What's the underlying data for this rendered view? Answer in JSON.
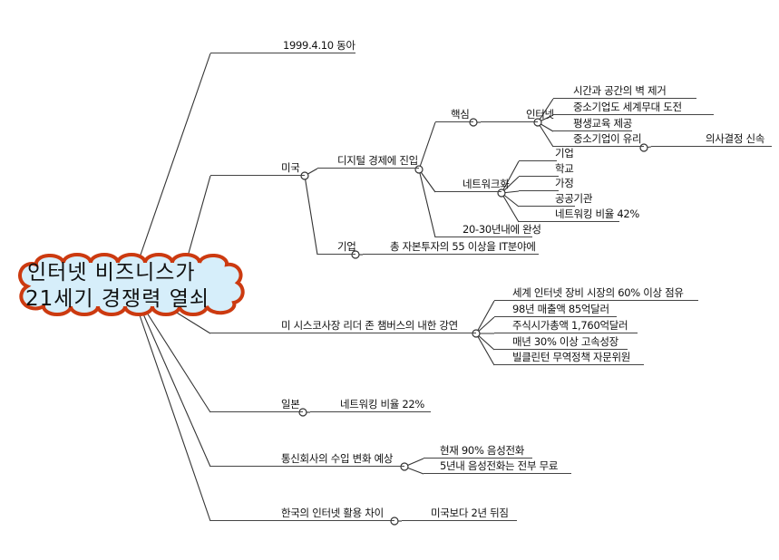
{
  "root": {
    "line1": "인터넷 비즈니스가",
    "line2": "21세기 경쟁력 열쇠",
    "cloud_fill": "#d6eefa",
    "cloud_stroke": "#cc3a10"
  },
  "nodes": {
    "source": "1999.4.10 동아",
    "usa": {
      "label": "미국",
      "digital": {
        "label": "디지털 경제에 진입",
        "core": {
          "label": "핵심",
          "internet": {
            "label": "인터넷",
            "items": [
              "시간과 공간의 벽 제거",
              "중소기업도 세계무대 도전",
              "평생교육 제공",
              "중소기업이 유리"
            ],
            "sme_child": "의사결정 신속"
          }
        },
        "network": {
          "label": "네트워크화",
          "items": [
            "기업",
            "학교",
            "가정",
            "공공기관",
            "네트워킹 비율 42%"
          ]
        },
        "complete": "20-30년내에 완성"
      },
      "corp": {
        "label": "기업",
        "child": "총 자본투자의 55 이상을 IT분야에"
      }
    },
    "cisco": {
      "label": "미 시스코사장 리더 존 챔버스의 내한 강연",
      "items": [
        "세계 인터넷 장비 시장의 60% 이상 점유",
        "98년 매출액 85억달러",
        "주식시가총액 1,760억달러",
        "매년 30% 이상 고속성장",
        "빌클린턴 무역정책 자문위원"
      ]
    },
    "japan": {
      "label": "일본",
      "child": "네트워킹 비율 22%"
    },
    "telecom": {
      "label": "통신회사의 수입 변화 예상",
      "items": [
        "현재 90% 음성전화",
        "5년내 음성전화는 전부 무료"
      ]
    },
    "korea": {
      "label": "한국의 인터넷 활용 차이",
      "child": "미국보다 2년 뒤짐"
    }
  }
}
